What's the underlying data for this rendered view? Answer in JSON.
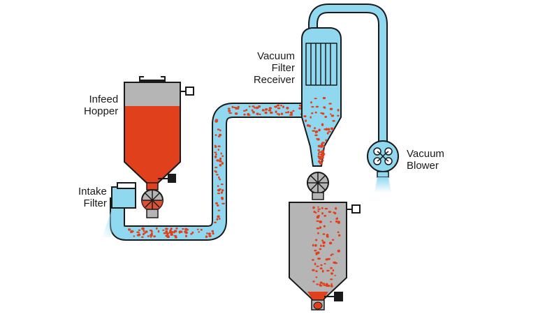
{
  "labels": {
    "infeed_hopper": [
      "Infeed",
      "Hopper"
    ],
    "intake_filter": [
      "Intake",
      "Filter"
    ],
    "vacuum_filter_receiver": [
      "Vacuum",
      "Filter",
      "Receiver"
    ],
    "vacuum_blower": [
      "Vacuum",
      "Blower"
    ]
  },
  "colors": {
    "pipe_fill": "#8fd8ef",
    "pipe_outline": "#1a1a1a",
    "material": "#e0401c",
    "hopper_body": "#b5b5b5",
    "air_flow": "#9ee3f7"
  },
  "icons": {
    "valve": "rotary-airlock-valve-icon",
    "blower": "blower-impeller-icon",
    "sensor": "level-sensor-icon",
    "motor": "motor-icon"
  }
}
